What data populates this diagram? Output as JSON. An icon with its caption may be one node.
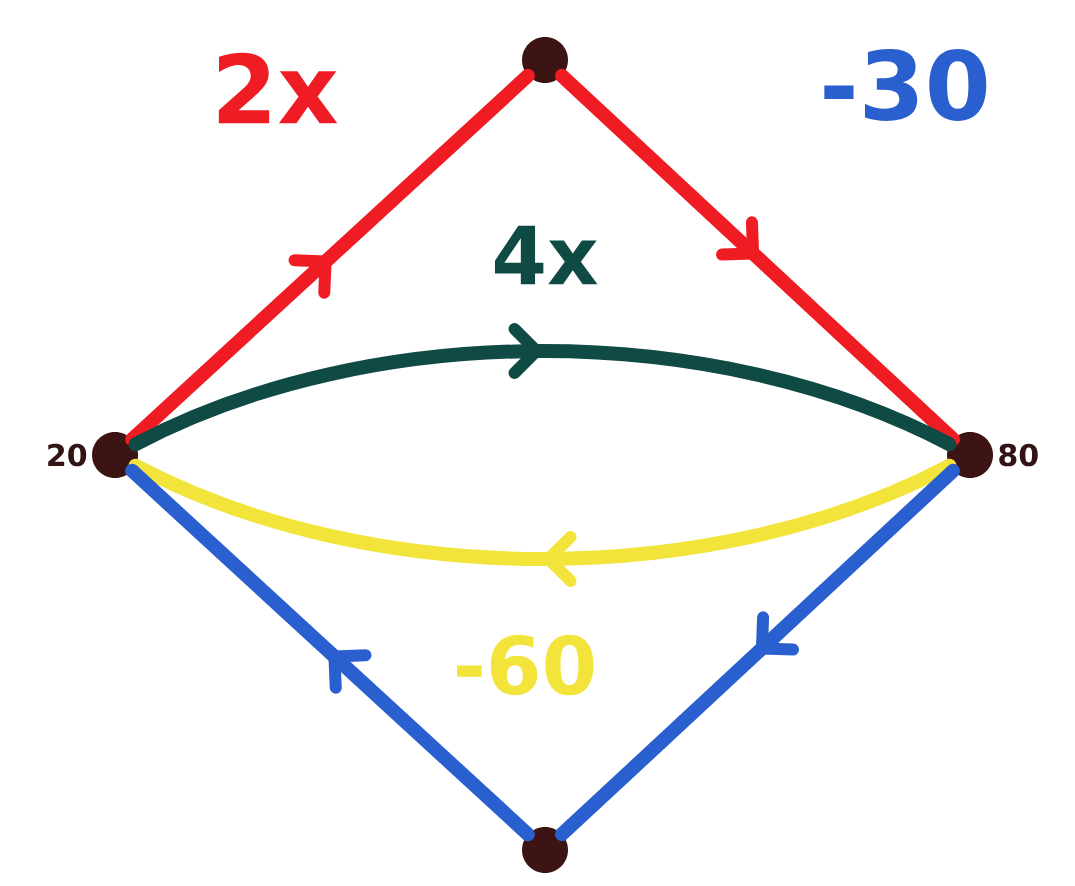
{
  "diagram": {
    "nodes": [
      {
        "text": [],
        "shape": "circle"
      },
      {
        "text": [],
        "shape": "circle",
        "beside": [
          "20"
        ]
      },
      {
        "text": [],
        "shape": "circle",
        "beside": [
          "80"
        ]
      },
      {
        "text": [],
        "shape": "circle"
      }
    ],
    "edges": [
      {
        "from": 1,
        "to": 0,
        "arrow": "to",
        "color": "#f01c24"
      },
      {
        "from": 0,
        "to": 2,
        "arrow": "to",
        "color": "#f01c24"
      },
      {
        "from": 1,
        "to": 2,
        "arrow": "to",
        "color": "#0f4a44",
        "label": "4x"
      },
      {
        "from": 2,
        "to": 1,
        "arrow": "to",
        "color": "#f2e43a",
        "label": "-60"
      },
      {
        "from": 2,
        "to": 3,
        "arrow": "to",
        "color": "#2a5fd0"
      },
      {
        "from": 3,
        "to": 1,
        "arrow": "to",
        "color": "#2a5fd0"
      }
    ],
    "labels": [
      "2x",
      "-30"
    ]
  }
}
